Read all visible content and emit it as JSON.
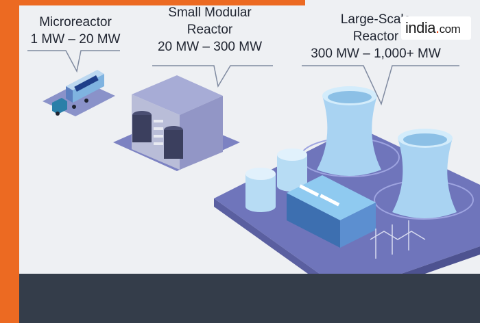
{
  "labels": {
    "micro": {
      "line1": "Microreactor",
      "line2": "1 MW – 20 MW"
    },
    "smr": {
      "line1": "Small Modular",
      "line2": "Reactor",
      "line3": "20 MW – 300 MW"
    },
    "large": {
      "line1": "Large-Scale",
      "line2": "Reactor",
      "line3": "300 MW – 1,000+ MW"
    }
  },
  "logo": {
    "brand": "india",
    "tld": "com"
  },
  "colors": {
    "accent": "#ec6a22",
    "footer": "#343d4a",
    "background": "#eef0f3"
  }
}
